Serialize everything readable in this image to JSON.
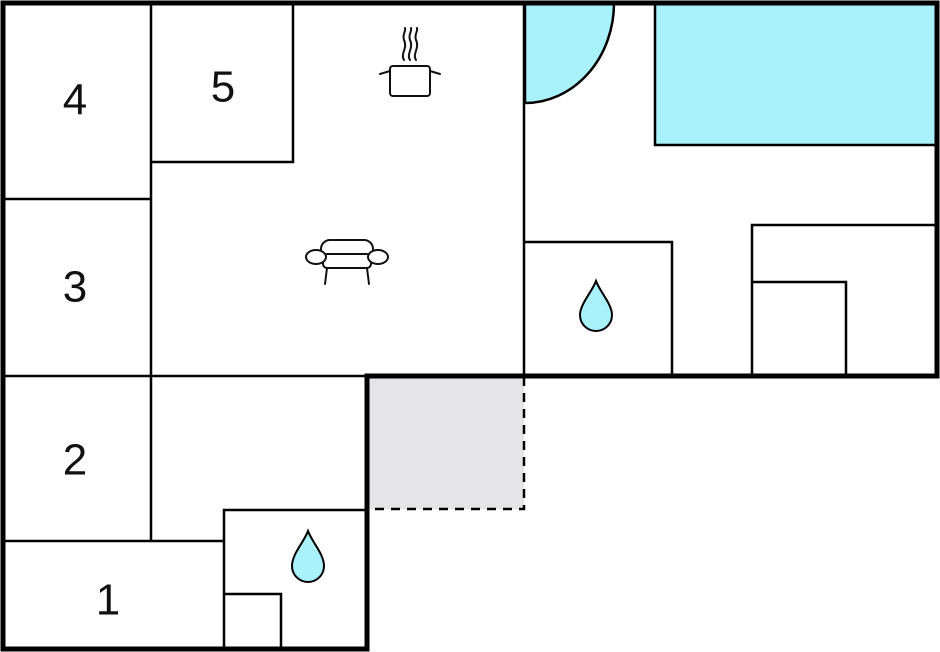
{
  "rooms": [
    {
      "id": "room-4",
      "label": "4"
    },
    {
      "id": "room-5",
      "label": "5"
    },
    {
      "id": "room-3",
      "label": "3"
    },
    {
      "id": "room-2",
      "label": "2"
    },
    {
      "id": "room-1",
      "label": "1"
    }
  ],
  "icons": {
    "kitchen": "cooking-pot-icon",
    "living": "sofa-icon",
    "bathroom": "water-drop-icon"
  },
  "colors": {
    "water": "#a9f1fb",
    "covered_area": "#e5e4e7",
    "walls": "#000000",
    "background": "#ffffff"
  }
}
